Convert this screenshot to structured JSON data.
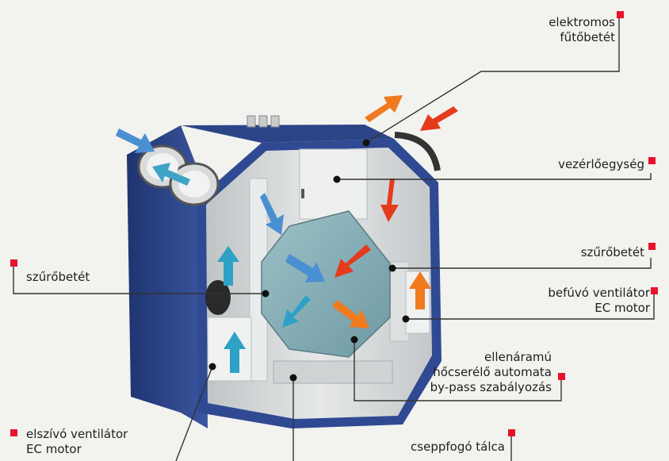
{
  "labels": {
    "heater": [
      "elektromos",
      "fűtőbetét"
    ],
    "control_unit": "vezérlőegység",
    "filter_right": "szűrőbetét",
    "filter_left": "szűrőbetét",
    "supply_fan": [
      "befúvó ventilátor",
      "EC motor"
    ],
    "exchanger": [
      "ellenáramú",
      "hőcserélő automata",
      "by-pass szabályozás"
    ],
    "exhaust_fan": [
      "elszívó ventilátor",
      "EC motor"
    ],
    "drip_tray": "cseppfogó tálca"
  },
  "colors": {
    "casing": "#2f4a93",
    "casing_dark": "#233a78",
    "interior": "#d9dcdc",
    "exchanger": "#7faab3",
    "marker": "#e8132a",
    "arrow_fresh": "#4a8fd1",
    "arrow_extract": "#e63a1c",
    "arrow_supply": "#f07a1e",
    "arrow_exhaust": "#2fa1c4",
    "leader": "#333333"
  },
  "icons": [
    "red-square-marker-icon",
    "air-flow-arrow-icon"
  ]
}
